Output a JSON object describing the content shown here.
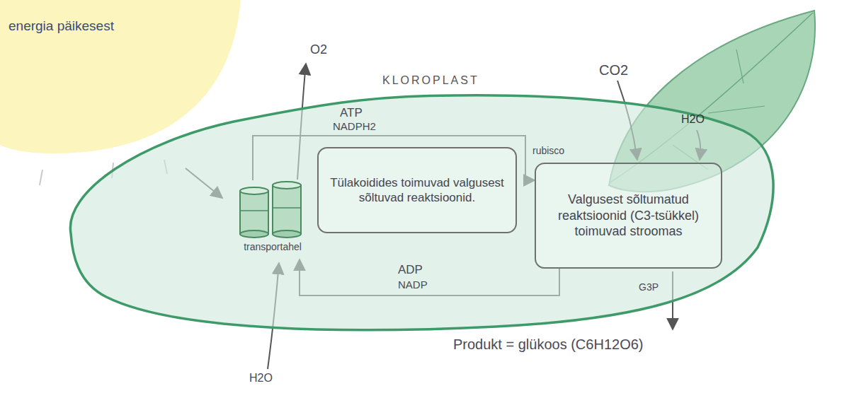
{
  "diagram": {
    "nodes": [
      {
        "text": [
          "KLOROPLAST"
        ]
      },
      {
        "text": [
          "transportahel"
        ],
        "in": 0
      },
      {
        "text": [
          "Tülakoidides toimuvad valgusest sõltuvad reaktsioonid."
        ],
        "in": 0
      },
      {
        "text": [
          "Valgusest sõltumatud reaktsioonid (C3-tsükkel) toimuvad stroomas"
        ],
        "in": 0
      }
    ],
    "edges": [
      {
        "from": 1,
        "to": 3,
        "arrow": "to",
        "label": "NADPH2"
      },
      {
        "from": 3,
        "to": 1,
        "arrow": "to",
        "label": "ADP"
      }
    ],
    "labels": [
      "energia päikesest",
      "O2",
      "CO2",
      "ATP",
      "rubisco",
      "H2O",
      "G3P",
      "NADP",
      "H2O",
      "Produkt = glükoos (C6H12O6)"
    ]
  }
}
